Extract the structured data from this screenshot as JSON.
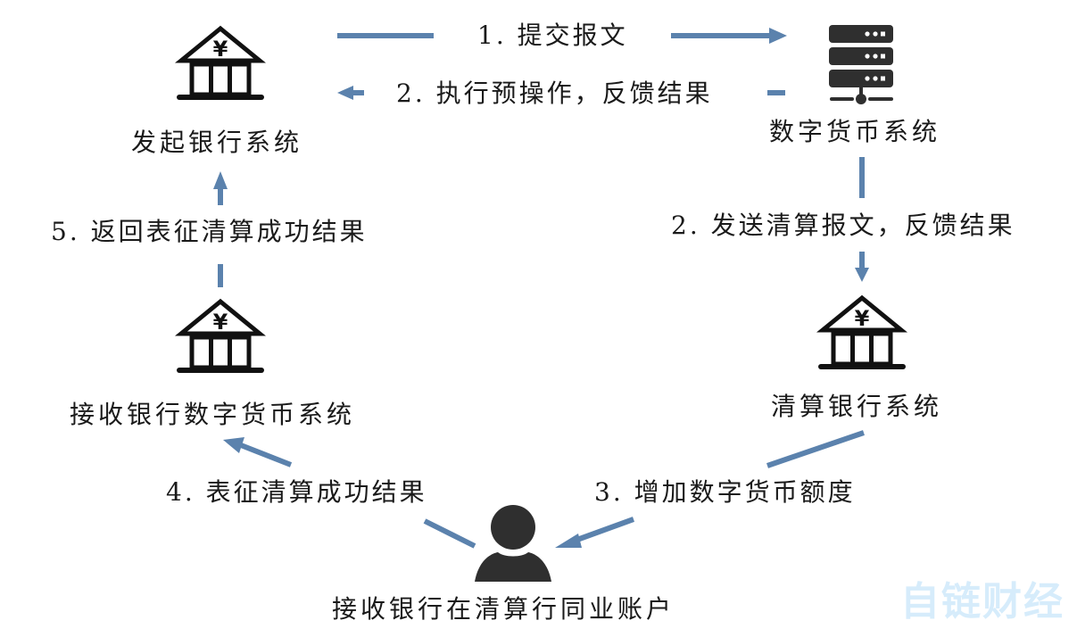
{
  "colors": {
    "arrow": "#5b82ad",
    "icon": "#111111",
    "server_icon": "#2f2f2f",
    "person_icon": "#2f2f2f",
    "watermark": "#d6ecfb",
    "watermark_accent": "#f5a3a3"
  },
  "nodes": {
    "originating_bank": {
      "label": "发起银行系统",
      "icon": "bank-yuan-icon"
    },
    "digital_currency_system": {
      "label": "数字货币系统",
      "icon": "server-rack-icon"
    },
    "receiving_bank": {
      "label": "接收银行数字货币系统",
      "icon": "bank-yuan-icon"
    },
    "clearing_bank": {
      "label": "清算银行系统",
      "icon": "bank-yuan-icon"
    },
    "interbank_account": {
      "label": "接收银行在清算行同业账户",
      "icon": "person-icon"
    }
  },
  "steps": [
    {
      "label": "1. 提交报文",
      "from": "originating_bank",
      "to": "digital_currency_system"
    },
    {
      "label": "2. 执行预操作，反馈结果",
      "from": "digital_currency_system",
      "to": "originating_bank"
    },
    {
      "label": "2. 发送清算报文，反馈结果",
      "from": "digital_currency_system",
      "to": "clearing_bank"
    },
    {
      "label": "3. 增加数字货币额度",
      "from": "clearing_bank",
      "to": "interbank_account"
    },
    {
      "label": "4. 表征清算成功结果",
      "from": "interbank_account",
      "to": "receiving_bank"
    },
    {
      "label": "5. 返回表征清算成功结果",
      "from": "receiving_bank",
      "to": "originating_bank"
    }
  ],
  "watermark": "自链财经"
}
